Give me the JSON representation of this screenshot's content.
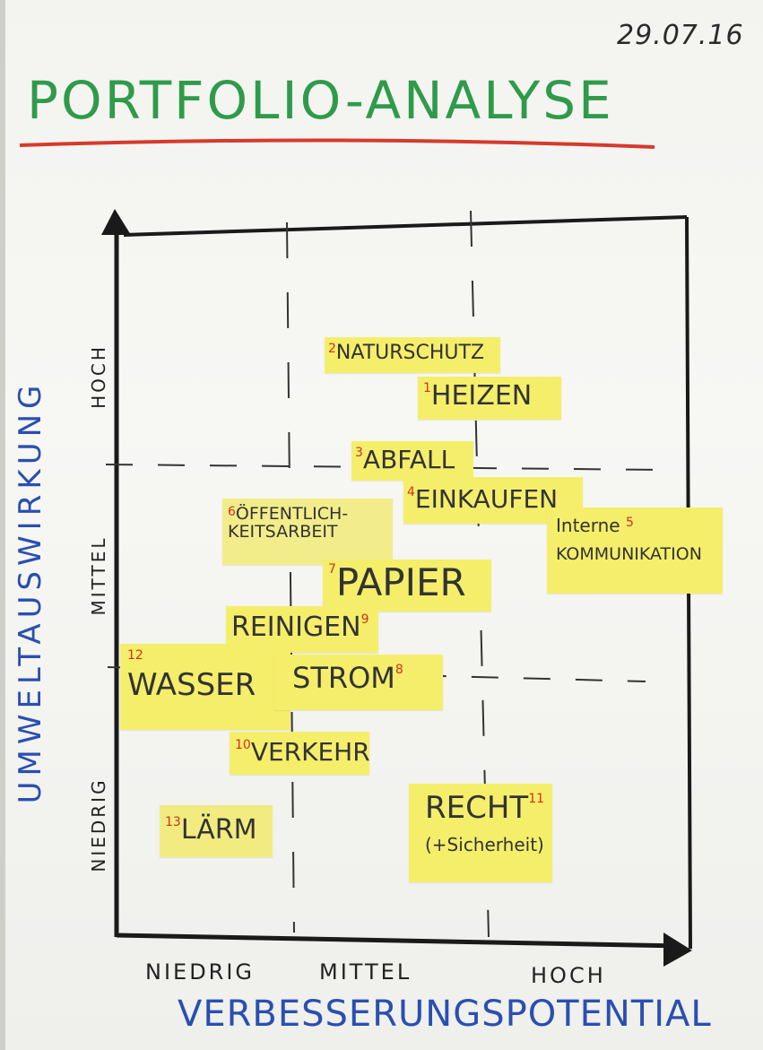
{
  "date": "29.07.16",
  "title": "PORTFOLIO-ANALYSE",
  "y_axis": {
    "label": "UMWELTAUSWIRKUNG",
    "ticks": [
      "HOCH",
      "MITTEL",
      "NIEDRIG"
    ]
  },
  "x_axis": {
    "label": "VERBESSERUNGSPOTENTIAL",
    "ticks": [
      "NIEDRIG",
      "MITTEL",
      "HOCH"
    ]
  },
  "notes": [
    {
      "num": "2",
      "text": "NATURSCHUTZ"
    },
    {
      "num": "1",
      "text": "HEIZEN"
    },
    {
      "num": "3",
      "text": "ABFALL"
    },
    {
      "num": "4",
      "text": "EINKAUFEN"
    },
    {
      "num": "6",
      "line1": "ÖFFENTLICH-",
      "line2": "KEITSARBEIT"
    },
    {
      "num": "5",
      "line1": "Interne",
      "line2": "KOMMUNIKATION"
    },
    {
      "num": "7",
      "text": "PAPIER"
    },
    {
      "num": "9",
      "text": "REINIGEN"
    },
    {
      "num": "12",
      "text": "WASSER"
    },
    {
      "num": "8",
      "text": "STROM"
    },
    {
      "num": "10",
      "text": "VERKEHR"
    },
    {
      "num": "13",
      "text": "LÄRM"
    },
    {
      "num": "11",
      "line1": "RECHT",
      "line2": "(+Sicherheit)"
    }
  ]
}
